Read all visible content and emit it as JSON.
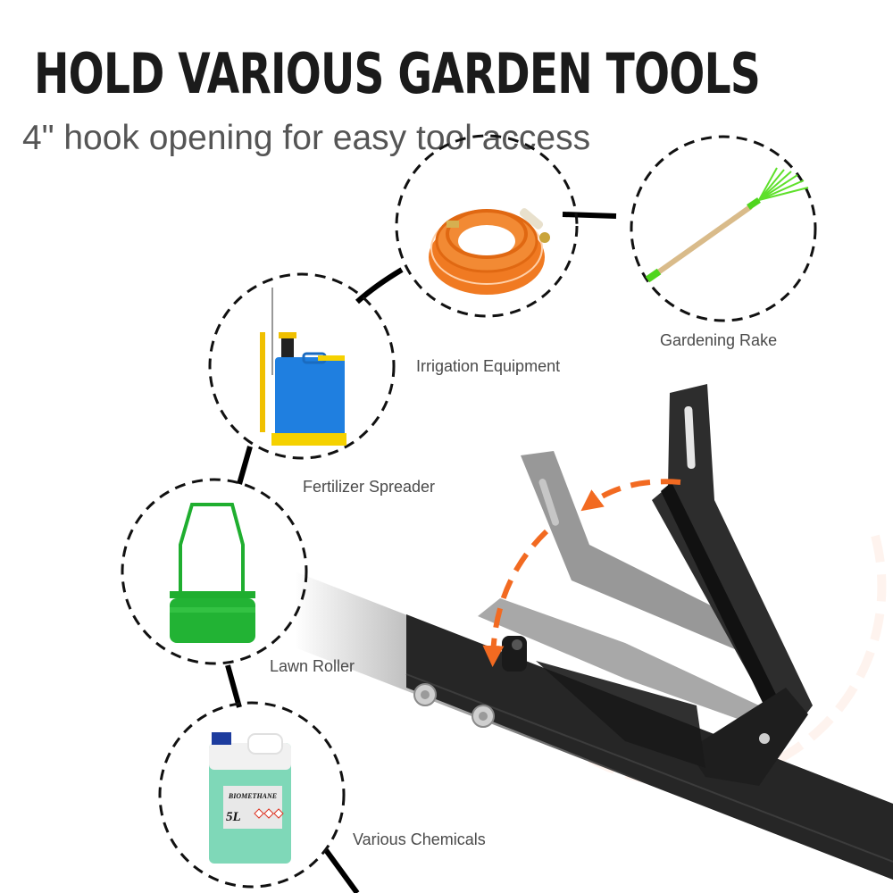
{
  "header": {
    "title": "HOLD VARIOUS GARDEN TOOLS",
    "subtitle": "4\" hook opening for easy tool access"
  },
  "tools": [
    {
      "label": "Irrigation Equipment",
      "icon": "garden-hose-icon",
      "color": "#f07a22"
    },
    {
      "label": "Gardening Rake",
      "icon": "rake-icon",
      "color": "#5ee02a"
    },
    {
      "label": "Fertilizer Spreader",
      "icon": "backpack-sprayer-icon",
      "color": "#1f7fe0"
    },
    {
      "label": "Lawn Roller",
      "icon": "lawn-roller-icon",
      "color": "#1fae2f"
    },
    {
      "label": "Various Chemicals",
      "icon": "chemical-jug-icon",
      "color": "#7fd8b8",
      "jug_label": "BIOMETHANE",
      "jug_volume": "5L"
    }
  ],
  "product": {
    "name": "folding-hook-bracket",
    "arrow_color": "#f26a21",
    "metal_color": "#2a2a2a"
  }
}
